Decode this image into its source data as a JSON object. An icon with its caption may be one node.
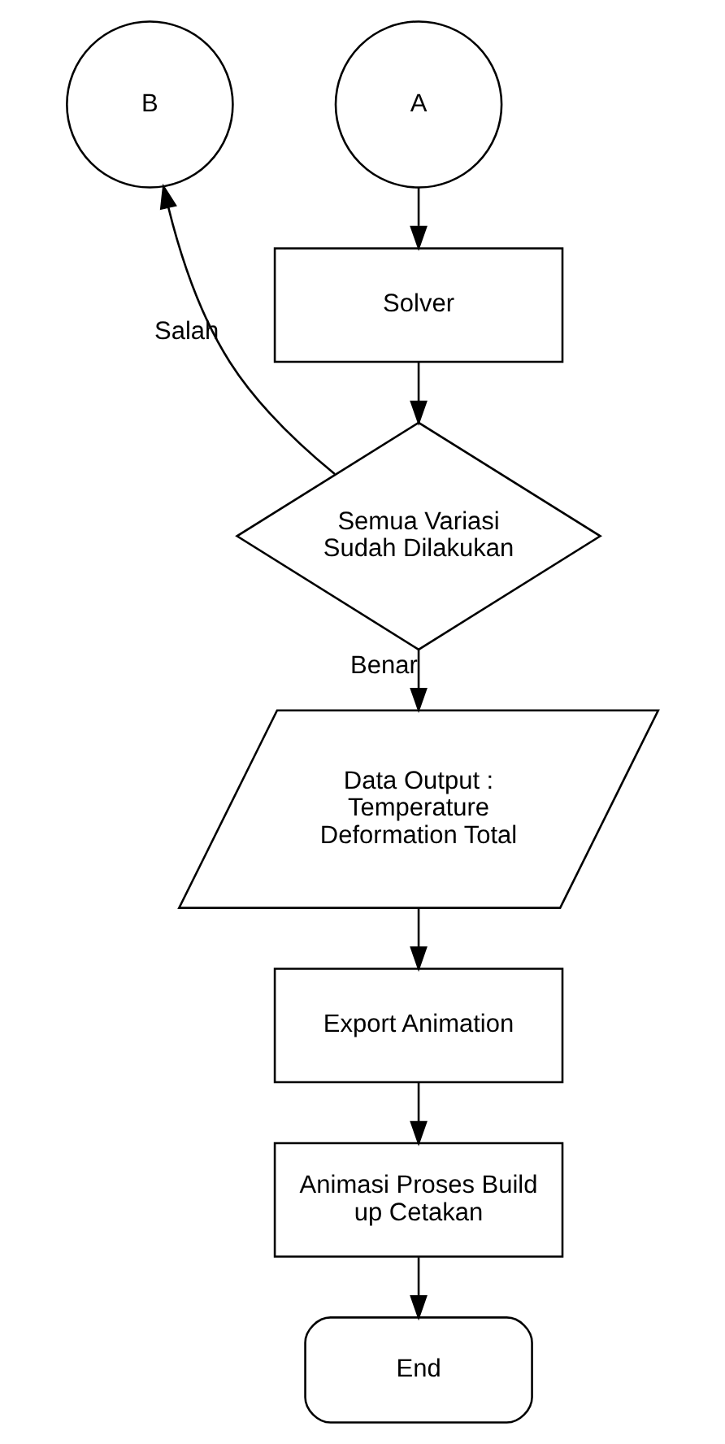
{
  "diagram": {
    "nodes": [
      {
        "text": [
          "B"
        ]
      },
      {
        "text": [
          "A"
        ]
      },
      {
        "text": [
          "Solver"
        ]
      },
      {
        "text": [
          "Semua Variasi Sudah Dilakukan"
        ]
      },
      {
        "text": [
          "Data Output : Temperature Deformation Total"
        ]
      },
      {
        "text": [
          "Export Animation"
        ]
      },
      {
        "text": [
          "Animasi Proses Build up Cetakan"
        ]
      },
      {
        "text": [
          "End"
        ]
      }
    ],
    "edges": [
      {
        "from": 1,
        "to": 2,
        "arrow": "to"
      },
      {
        "from": 2,
        "to": 3,
        "arrow": "to"
      },
      {
        "from": 3,
        "to": 0,
        "arrow": "to",
        "label": "Salah"
      },
      {
        "from": 3,
        "to": 4,
        "arrow": "to",
        "label": "Benar"
      },
      {
        "from": 4,
        "to": 5,
        "arrow": "to"
      },
      {
        "from": 5,
        "to": 6,
        "arrow": "to"
      },
      {
        "from": 6,
        "to": 7,
        "arrow": "to"
      }
    ]
  }
}
